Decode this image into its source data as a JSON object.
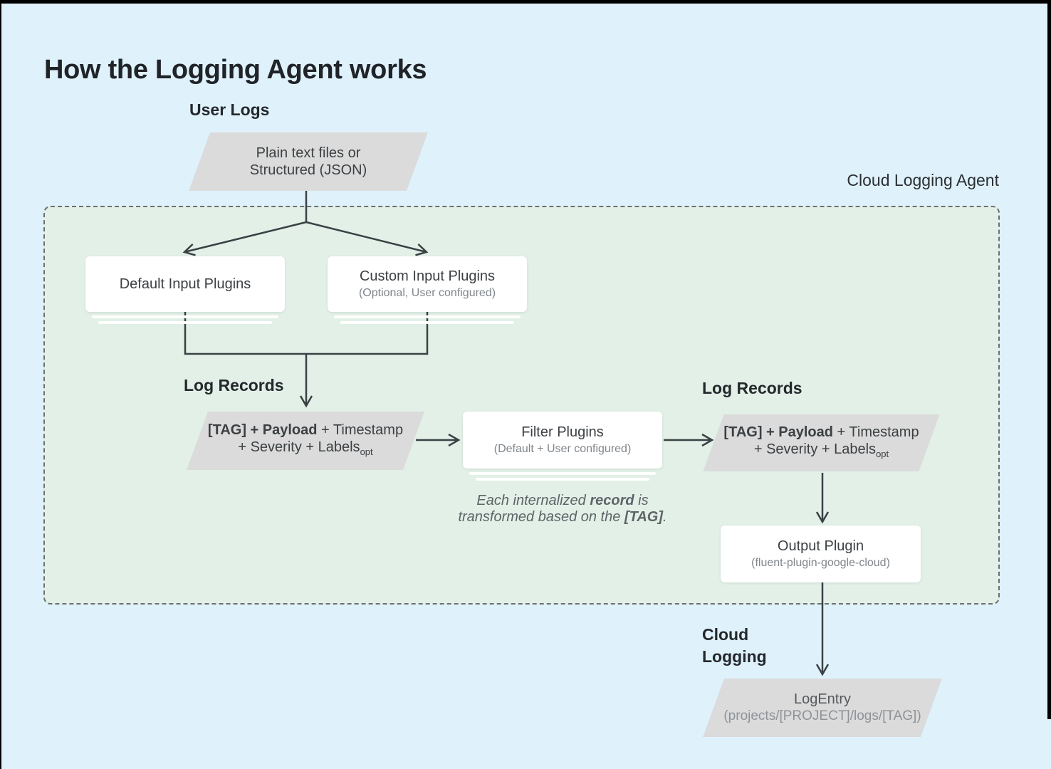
{
  "title": "How the Logging Agent works",
  "labels": {
    "user_logs": "User Logs",
    "cloud_logging_agent": "Cloud Logging Agent",
    "log_records_left": "Log Records",
    "log_records_right": "Log Records",
    "cloud_logging": "Cloud Logging"
  },
  "nodes": {
    "user_logs_source": {
      "line1": "Plain text files or",
      "line2": "Structured (JSON)"
    },
    "default_input_plugins": {
      "title": "Default Input Plugins"
    },
    "custom_input_plugins": {
      "title": "Custom Input Plugins",
      "subtitle": "(Optional, User configured)"
    },
    "log_record_left": {
      "line1_bold": "[TAG] + Payload",
      "line1_rest": " + Timestamp",
      "line2": "+ Severity + Labels",
      "line2_sub": "opt"
    },
    "filter_plugins": {
      "title": "Filter Plugins",
      "subtitle": "(Default + User configured)"
    },
    "log_record_right": {
      "line1_bold": "[TAG] + Payload",
      "line1_rest": " + Timestamp",
      "line2": "+ Severity + Labels",
      "line2_sub": "opt"
    },
    "output_plugin": {
      "title": "Output Plugin",
      "subtitle": "(fluent-plugin-google-cloud)"
    },
    "log_entry": {
      "title": "LogEntry",
      "subtitle": "(projects/[PROJECT]/logs/[TAG])"
    }
  },
  "note": {
    "line1_pre": "Each internalized ",
    "line1_bold": "record",
    "line1_post": " is",
    "line2_pre": "transformed based on the ",
    "line2_bold": "[TAG]",
    "line2_post": "."
  },
  "colors": {
    "background": "#dff2fc",
    "agent_panel": "#e2f0e7",
    "shape_gray": "#dbdbdb",
    "node_white": "#ffffff",
    "text_dark": "#3c4043",
    "text_gray": "#80868b",
    "note_gray": "#5f6368",
    "connector": "#3a4145",
    "dashed_border": "#6b7074"
  }
}
